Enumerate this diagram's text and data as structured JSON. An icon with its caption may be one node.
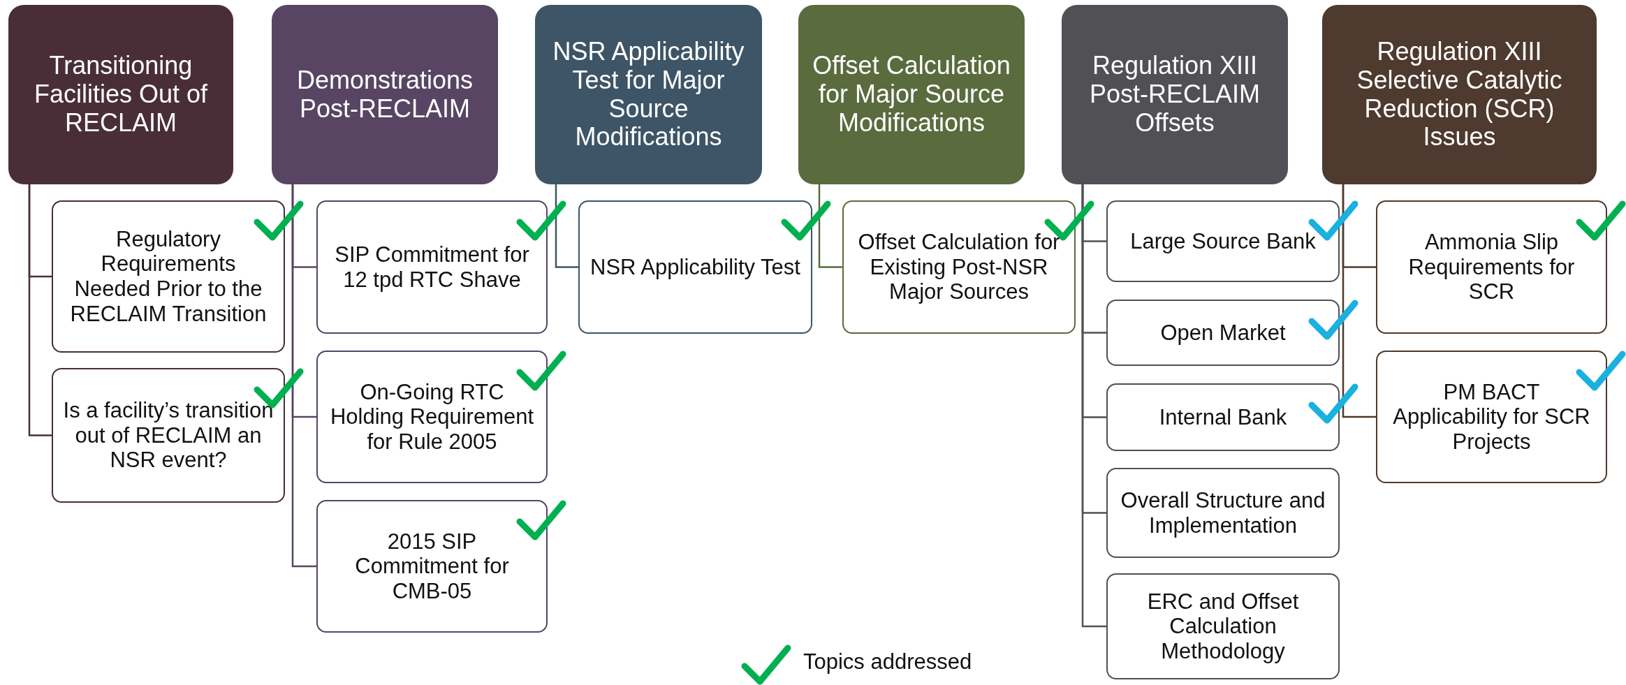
{
  "diagram": {
    "nodes": [
      {
        "text": [
          "Transitioning Facilities Out of RECLAIM"
        ]
      },
      {
        "text": [
          "Regulatory Requirements Needed Prior to the RECLAIM Transition"
        ]
      },
      {
        "text": [
          "Is a facility’s transition out of RECLAIM an NSR event?"
        ]
      },
      {
        "text": [
          "Demonstrations Post-RECLAIM"
        ]
      },
      {
        "text": [
          "SIP Commitment for 12 tpd RTC Shave"
        ]
      },
      {
        "text": [
          "On-Going RTC Holding Requirement for Rule 2005"
        ]
      },
      {
        "text": [
          "2015 SIP Commitment for CMB-05"
        ]
      },
      {
        "text": [
          "NSR Applicability Test for Major Source Modifications"
        ]
      },
      {
        "text": [
          "NSR Applicability Test"
        ]
      },
      {
        "text": [
          "Offset Calculation for Major Source Modifications"
        ]
      },
      {
        "text": [
          "Offset Calculation for Existing Post-NSR Major Sources"
        ]
      },
      {
        "text": [
          "Regulation XIII Post-RECLAIM Offsets"
        ]
      },
      {
        "text": [
          "Large Source Bank"
        ]
      },
      {
        "text": [
          "Open Market"
        ]
      },
      {
        "text": [
          "Internal Bank"
        ]
      },
      {
        "text": [
          "Overall Structure and Implementation"
        ]
      },
      {
        "text": [
          "ERC and Offset Calculation Methodology"
        ]
      },
      {
        "text": [
          "Regulation XIII Selective Catalytic Reduction (SCR) Issues"
        ]
      },
      {
        "text": [
          "Ammonia Slip Requirements for SCR"
        ]
      },
      {
        "text": [
          "PM BACT Applicability for SCR Projects"
        ]
      }
    ],
    "edges": [
      {
        "from": 0,
        "to": 1,
        "arrow": "none"
      },
      {
        "from": 0,
        "to": 2,
        "arrow": "none"
      },
      {
        "from": 3,
        "to": 4,
        "arrow": "none"
      },
      {
        "from": 3,
        "to": 5,
        "arrow": "none"
      },
      {
        "from": 3,
        "to": 6,
        "arrow": "none"
      },
      {
        "from": 7,
        "to": 8,
        "arrow": "none"
      },
      {
        "from": 9,
        "to": 10,
        "arrow": "none"
      },
      {
        "from": 11,
        "to": 12,
        "arrow": "none"
      },
      {
        "from": 11,
        "to": 13,
        "arrow": "none"
      },
      {
        "from": 11,
        "to": 14,
        "arrow": "none"
      },
      {
        "from": 11,
        "to": 15,
        "arrow": "none"
      },
      {
        "from": 11,
        "to": 16,
        "arrow": "none"
      },
      {
        "from": 17,
        "to": 18,
        "arrow": "none"
      },
      {
        "from": 17,
        "to": 19,
        "arrow": "none"
      }
    ],
    "legend": [
      {
        "text": "Topics addressed"
      }
    ]
  }
}
